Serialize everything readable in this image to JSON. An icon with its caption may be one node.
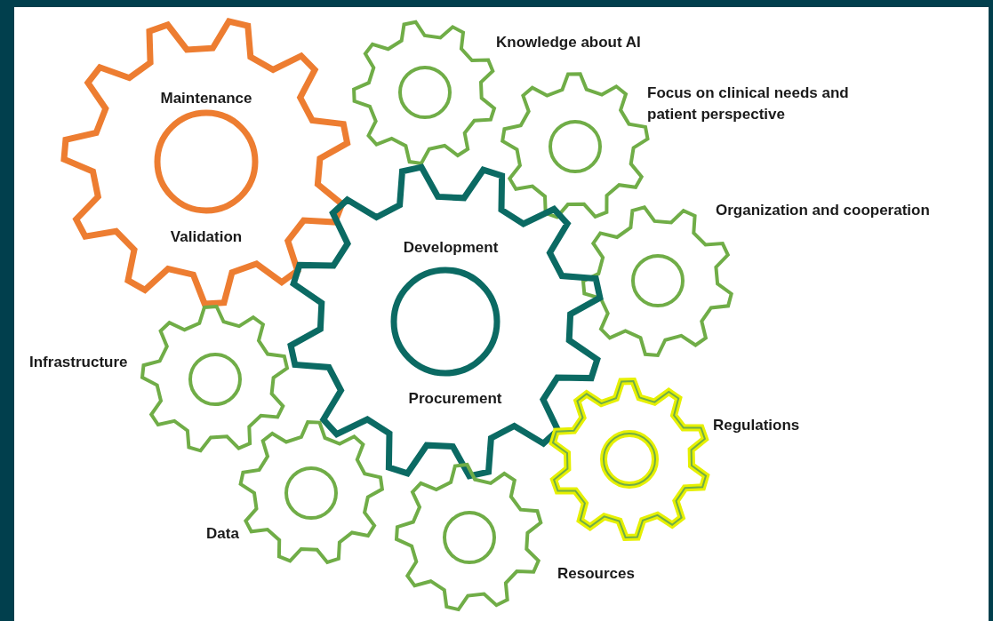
{
  "diagram": {
    "nodes": [
      {
        "text": [
          "Knowledge about AI"
        ]
      },
      {
        "text": [
          "Maintenance",
          "Validation"
        ]
      },
      {
        "text": [
          "Focus on clinical needs and patient perspective"
        ]
      },
      {
        "text": [
          "Organization and cooperation"
        ]
      },
      {
        "text": [
          "Development",
          "Procurement"
        ]
      },
      {
        "text": [
          "Infrastructure"
        ]
      },
      {
        "text": [
          "Regulations"
        ]
      },
      {
        "text": [
          "Data"
        ]
      },
      {
        "text": [
          "Resources"
        ]
      }
    ]
  }
}
